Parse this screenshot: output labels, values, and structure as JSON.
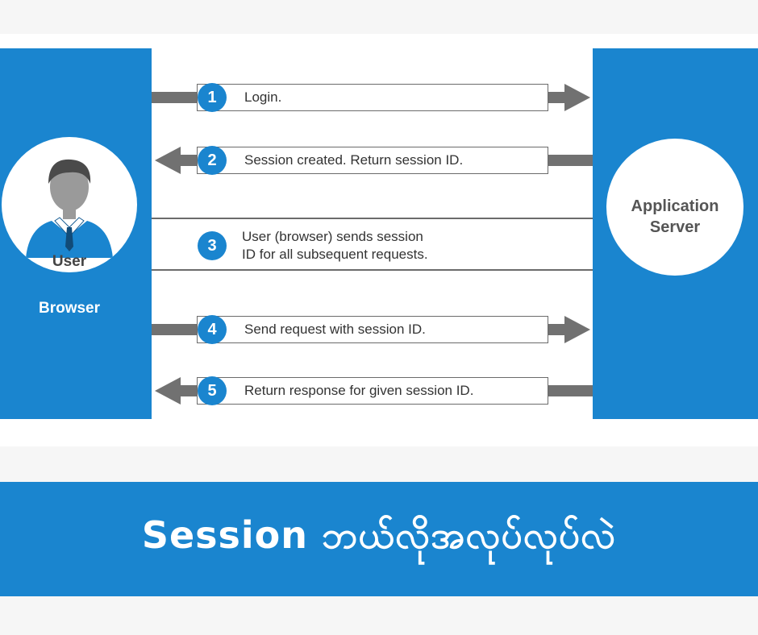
{
  "diagram": {
    "client": {
      "user_label": "User",
      "browser_label": "Browser"
    },
    "server": {
      "label_line1": "Application",
      "label_line2": "Server"
    },
    "steps": [
      {
        "number": "1",
        "text": "Login.",
        "direction": "to-server"
      },
      {
        "number": "2",
        "text": "Session created. Return session ID.",
        "direction": "to-client"
      },
      {
        "number": "3",
        "text_line1": "User (browser) sends session",
        "text_line2": "ID for all subsequent requests.",
        "direction": "both"
      },
      {
        "number": "4",
        "text": "Send request with session ID.",
        "direction": "to-server"
      },
      {
        "number": "5",
        "text": "Return response for given session ID.",
        "direction": "to-client"
      }
    ]
  },
  "banner": {
    "title": "Session ဘယ်လိုအလုပ်လုပ်လဲ"
  },
  "colors": {
    "accent_blue": "#1a85cf",
    "arrow_gray": "#717171",
    "page_bg": "#f6f6f6"
  }
}
